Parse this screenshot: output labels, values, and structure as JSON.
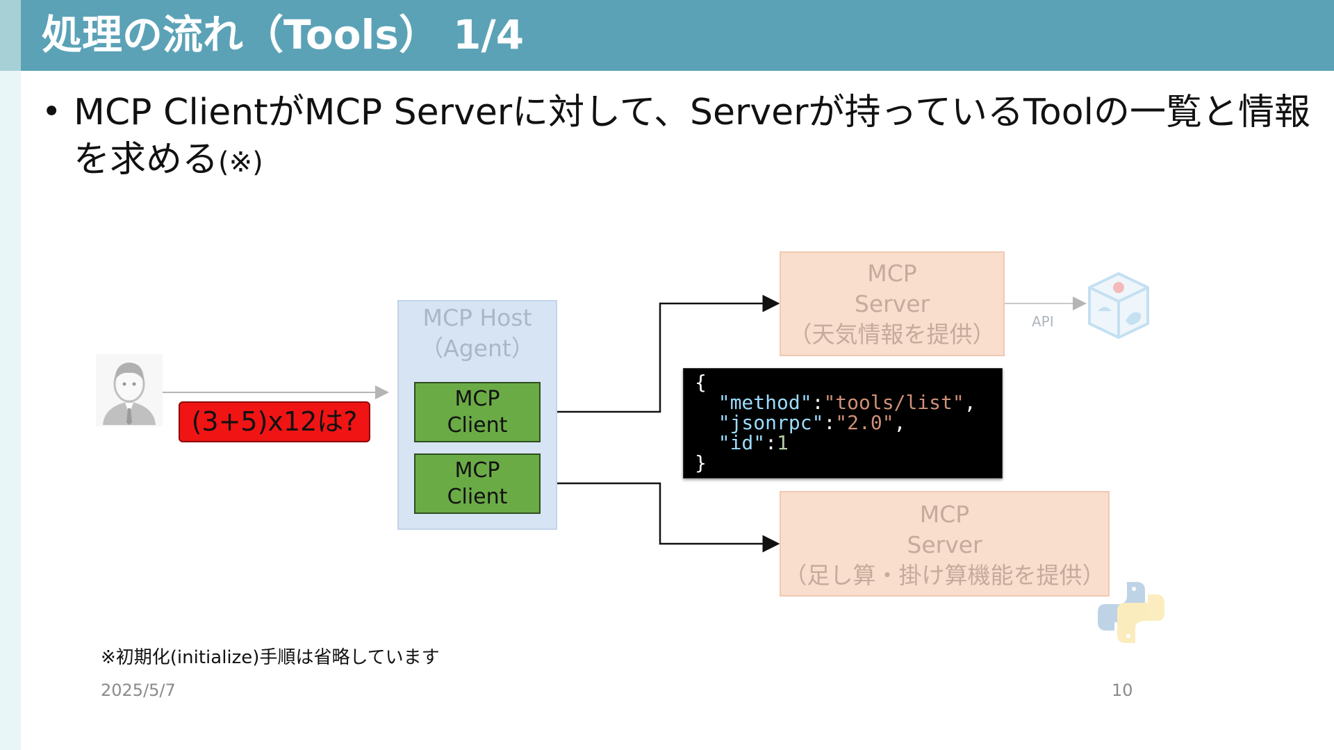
{
  "slide": {
    "title": "処理の流れ（Tools） 1/4",
    "bullet": {
      "text": "MCP ClientがMCP Serverに対して、Serverが持っているToolの一覧と情報を求める",
      "note": "(※)"
    },
    "diagram": {
      "host_line1": "MCP Host",
      "host_line2": "（Agent）",
      "client_1": "MCP\nClient",
      "client_2": "MCP\nClient",
      "question": "(3+5)x12は?",
      "server_1": {
        "line1": "MCP",
        "line2": "Server",
        "line3": "（天気情報を提供）"
      },
      "server_2": {
        "line1": "MCP",
        "line2": "Server",
        "line3": "（足し算・掛け算機能を提供）"
      },
      "api_label": "API",
      "code": {
        "open": "{",
        "method_key": "\"method\"",
        "method_value": "\"tools/list\"",
        "jsonrpc_key": "\"jsonrpc\"",
        "jsonrpc_value": "\"2.0\"",
        "id_key": "\"id\"",
        "id_value": "1",
        "close": "}"
      },
      "icons": [
        "user-avatar-icon",
        "weather-box-icon",
        "python-logo-icon"
      ]
    },
    "footnote": "※初期化(initialize)手順は省略しています",
    "date": "2025/5/7",
    "page_number": "10"
  },
  "colors": {
    "title_bar": "#5ba2b7",
    "client_fill": "#6aab46",
    "question_fill": "#f01414",
    "server_fill": "#f9ddcd",
    "host_fill": "#d7e4f3"
  }
}
